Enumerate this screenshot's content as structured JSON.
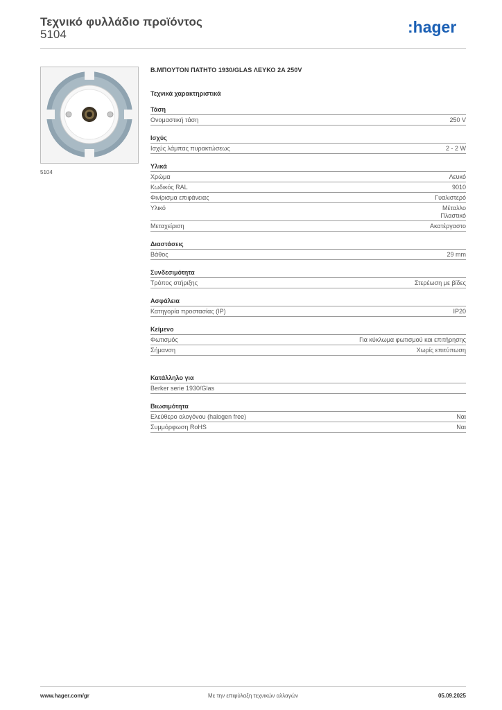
{
  "header": {
    "title": "Τεχνικό φυλλάδιο προϊόντος",
    "code": "5104",
    "logo_text": ":hager",
    "brand_color": "#1a5fb4"
  },
  "image": {
    "caption": "5104"
  },
  "product": {
    "name": "Β.ΜΠΟΥΤΟΝ ΠΑΤΗΤΟ 1930/GLAS ΛΕΥΚΟ 2A 250V",
    "section_title": "Τεχνικά χαρακτηριστικά"
  },
  "groups": [
    {
      "title": "Τάση",
      "rows": [
        {
          "label": "Ονομαστική τάση",
          "value": [
            "250 V"
          ]
        }
      ]
    },
    {
      "title": "Ισχύς",
      "rows": [
        {
          "label": "Ισχύς λάμπας πυρακτώσεως",
          "value": [
            "2 - 2 W"
          ]
        }
      ]
    },
    {
      "title": "Υλικά",
      "rows": [
        {
          "label": "Χρώμα",
          "value": [
            "Λευκό"
          ]
        },
        {
          "label": "Κωδικός RAL",
          "value": [
            "9010"
          ]
        },
        {
          "label": "Φινίρισμα επιφάνειας",
          "value": [
            "Γυαλιστερό"
          ]
        },
        {
          "label": "Υλικό",
          "value": [
            "Μέταλλο",
            "Πλαστικό"
          ]
        },
        {
          "label": "Μεταχείριση",
          "value": [
            "Ακατέργαστο"
          ]
        }
      ]
    },
    {
      "title": "Διαστάσεις",
      "rows": [
        {
          "label": "Βάθος",
          "value": [
            "29 mm"
          ]
        }
      ]
    },
    {
      "title": "Συνδεσιμότητα",
      "rows": [
        {
          "label": "Τρόπος στήριξης",
          "value": [
            "Στερέωση με βίδες"
          ]
        }
      ]
    },
    {
      "title": "Ασφάλεια",
      "rows": [
        {
          "label": "Κατηγορία προστασίας (IP)",
          "value": [
            "IP20"
          ]
        }
      ]
    },
    {
      "title": "Κείμενο",
      "rows": [
        {
          "label": "Φωτισμός",
          "value": [
            "Για κύκλωμα φωτισμού και επιτήρησης"
          ]
        },
        {
          "label": "Σήμανση",
          "value": [
            "Χωρίς επιτύπωση"
          ]
        }
      ]
    }
  ],
  "suitable": {
    "title": "Κατάλληλο για",
    "rows": [
      {
        "label": "Berker serie 1930/Glas",
        "value": [
          ""
        ]
      }
    ]
  },
  "sustainability": {
    "title": "Βιωσιμότητα",
    "rows": [
      {
        "label": "Ελεύθερο αλογόνου (halogen free)",
        "value": [
          "Ναι"
        ]
      },
      {
        "label": "Συμμόρφωση RoHS",
        "value": [
          "Ναι"
        ]
      }
    ]
  },
  "footer": {
    "website": "www.hager.com/gr",
    "disclaimer": "Με την επιφύλαξη τεχνικών αλλαγών",
    "date": "05.09.2025"
  }
}
